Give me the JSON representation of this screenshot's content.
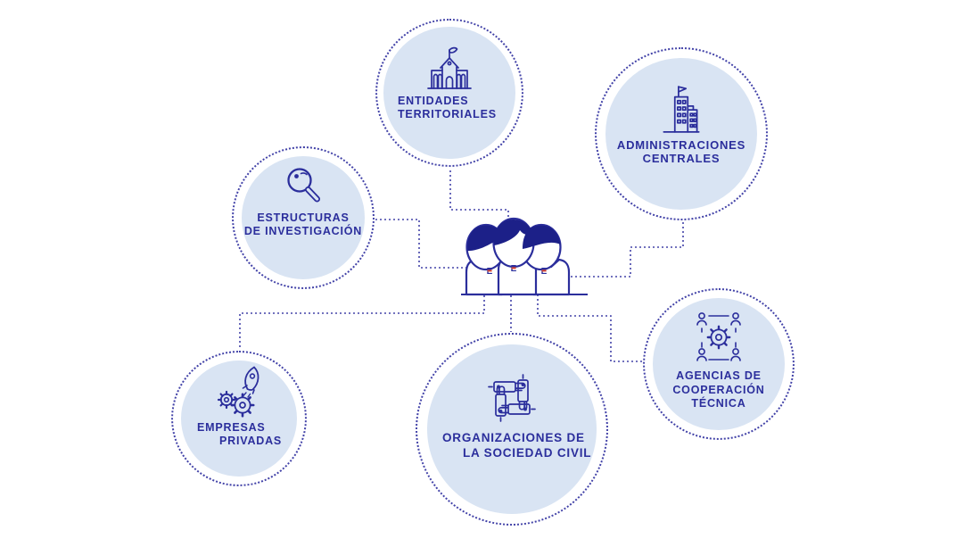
{
  "colors": {
    "navy": "#2b2e9c",
    "hair": "#1c2088",
    "ring": "#4343a8",
    "fill": "#d9e4f3",
    "red": "#d9452f",
    "bg": "#ffffff"
  },
  "diagram": {
    "center": {
      "icon": "team-people-icon",
      "badge_letter": "E"
    },
    "nodes": [
      {
        "id": "entidades-territoriales",
        "icon": "town-hall-icon",
        "lines": [
          "ENTIDADES",
          "TERRITORIALES"
        ]
      },
      {
        "id": "administraciones-centrales",
        "icon": "government-building-icon",
        "lines": [
          "ADMINISTRACIONES",
          "CENTRALES"
        ]
      },
      {
        "id": "estructuras-de-investigacion",
        "icon": "magnifier-icon",
        "lines": [
          "ESTRUCTURAS",
          "DE INVESTIGACIÓN"
        ]
      },
      {
        "id": "empresas-privadas",
        "icon": "rocket-gears-icon",
        "lines": [
          "EMPRESAS",
          "PRIVADAS"
        ]
      },
      {
        "id": "organizaciones-sociedad-civil",
        "icon": "joined-hands-icon",
        "lines": [
          "ORGANIZACIONES DE",
          "LA SOCIEDAD CIVIL"
        ]
      },
      {
        "id": "agencias-cooperacion-tecnica",
        "icon": "gear-people-icon",
        "lines": [
          "AGENCIAS DE",
          "COOPERACIÓN",
          "TÉCNICA"
        ]
      }
    ]
  }
}
